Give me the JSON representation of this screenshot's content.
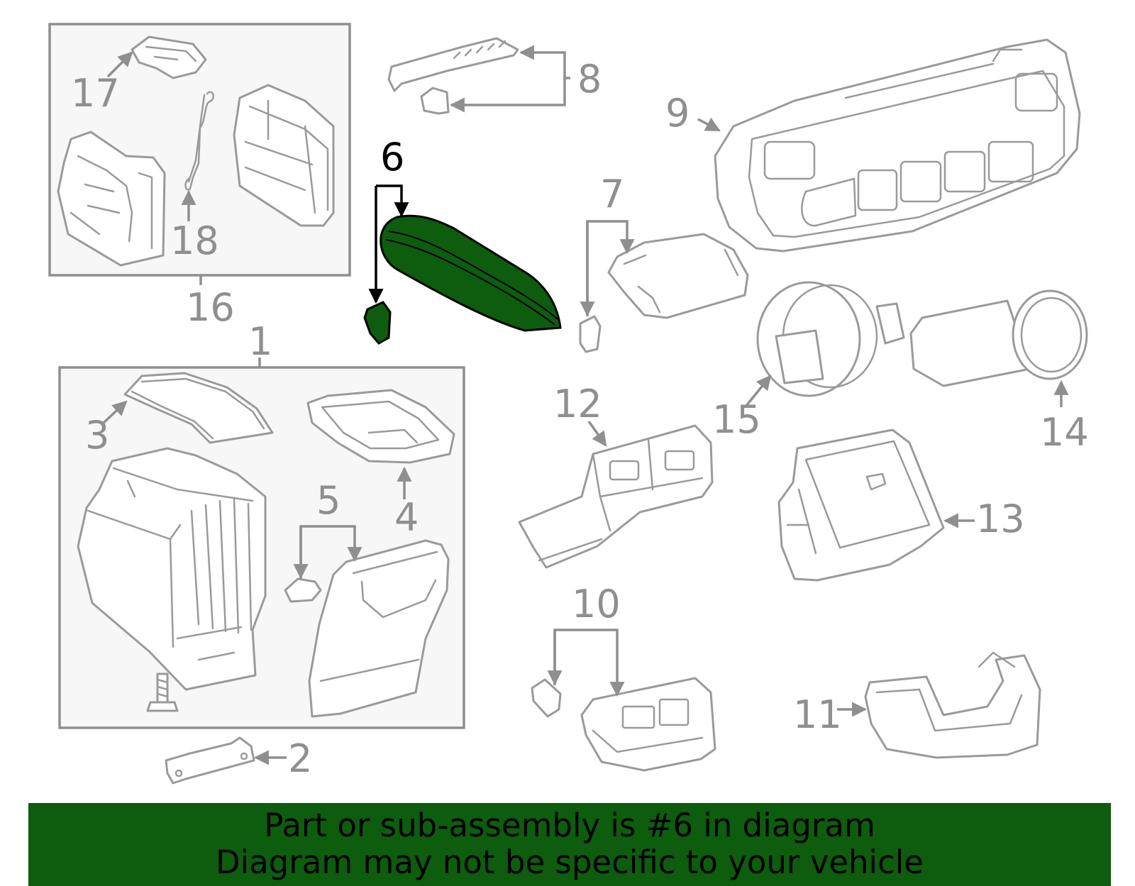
{
  "diagram": {
    "callouts": {
      "c1": "1",
      "c2": "2",
      "c3": "3",
      "c4": "4",
      "c5": "5",
      "c6": "6",
      "c7": "7",
      "c8": "8",
      "c9": "9",
      "c10": "10",
      "c11": "11",
      "c12": "12",
      "c13": "13",
      "c14": "14",
      "c15": "15",
      "c16": "16",
      "c17": "17",
      "c18": "18"
    },
    "highlighted_part": "6",
    "colors": {
      "highlight_fill": "#0e5c0e",
      "line_gray": "#9a9a9a",
      "label_gray": "#8f8f8f",
      "banner_background": "#0e5c0e"
    }
  },
  "banner": {
    "line1": "Part or sub-assembly is #6 in diagram",
    "line2": "Diagram may not be specific to your vehicle"
  }
}
